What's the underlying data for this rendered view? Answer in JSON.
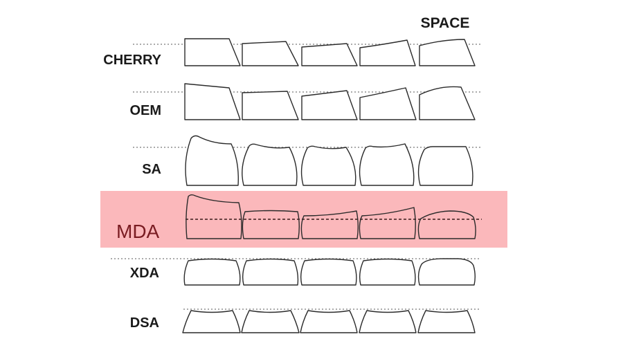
{
  "header": {
    "label": "SPACE"
  },
  "profiles": [
    {
      "id": "cherry",
      "label": "CHERRY",
      "highlighted": false
    },
    {
      "id": "oem",
      "label": "OEM",
      "highlighted": false
    },
    {
      "id": "sa",
      "label": "SA",
      "highlighted": false
    },
    {
      "id": "mda",
      "label": "MDA",
      "highlighted": true
    },
    {
      "id": "xda",
      "label": "XDA",
      "highlighted": false
    },
    {
      "id": "dsa",
      "label": "DSA",
      "highlighted": false
    }
  ],
  "colors": {
    "highlight_band": "#fbb8bb",
    "highlight_text": "#7a1c22",
    "outline": "#2a2a2a"
  }
}
